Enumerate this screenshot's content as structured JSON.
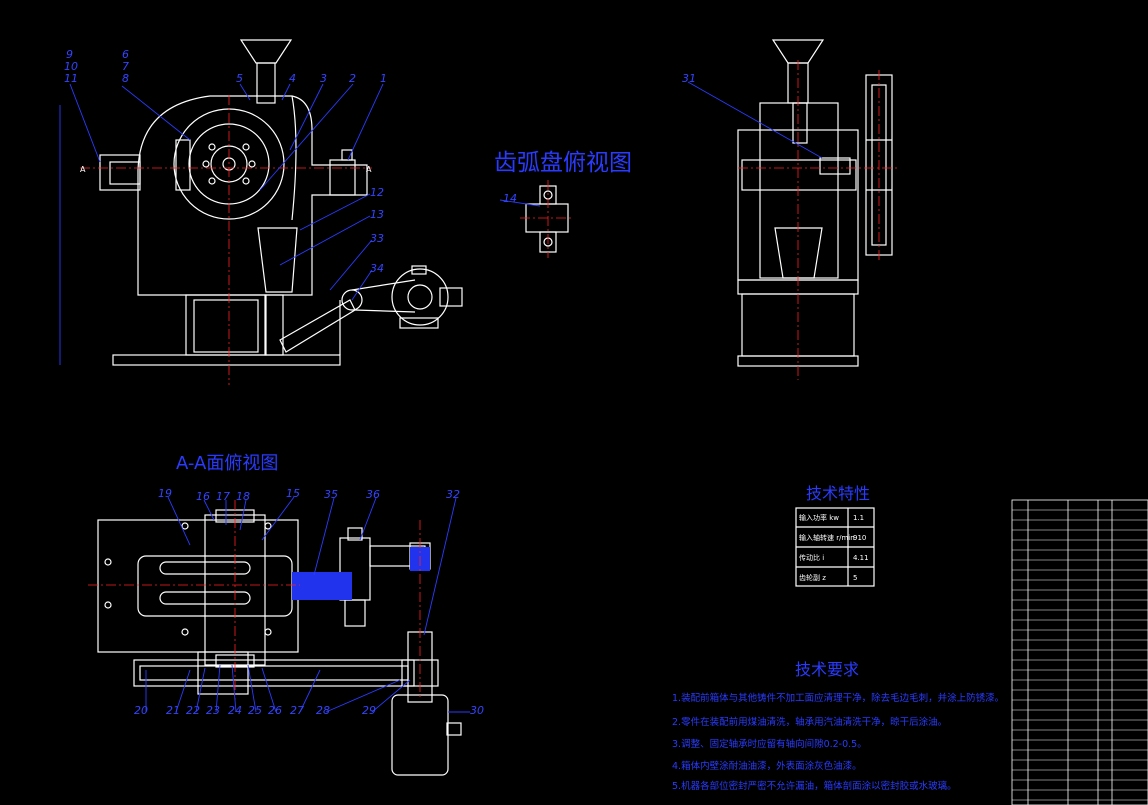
{
  "colors": {
    "bg": "#000000",
    "outline": "#ffffff",
    "leader": "#2a3bff",
    "center": "#ff2020",
    "fill": "#2233ee"
  },
  "views": {
    "arc_plate_top_view": "齿弧盘俯视图",
    "aa_section_top_view": "A-A面俯视图"
  },
  "section_marks": {
    "left": "A",
    "right": "A"
  },
  "labels_front": [
    "9",
    "10",
    "11",
    "6",
    "7",
    "8",
    "5",
    "4",
    "3",
    "2",
    "1",
    "12",
    "13",
    "33",
    "34"
  ],
  "labels_side": [
    "31"
  ],
  "labels_arc": [
    "14"
  ],
  "labels_section_top": [
    "19",
    "16",
    "17",
    "18",
    "15",
    "35",
    "36",
    "32"
  ],
  "labels_section_bottom": [
    "20",
    "21",
    "22",
    "23",
    "24",
    "25",
    "26",
    "27",
    "28",
    "29",
    "30"
  ],
  "tech_characteristics": {
    "title": "技术特性",
    "rows": [
      {
        "name": "输入功率 kw",
        "value": "1.1"
      },
      {
        "name": "输入轴转速 r/min",
        "value": "910"
      },
      {
        "name": "传动比 i",
        "value": "4.11"
      },
      {
        "name": "齿轮副 z",
        "value": "5"
      }
    ]
  },
  "tech_requirements": {
    "title": "技术要求",
    "items": [
      "1.装配前箱体与其他铸件不加工面应清理干净，除去毛边毛刺，并涂上防锈漆。",
      "2.零件在装配前用煤油清洗，轴承用汽油清洗干净，晾干后涂油。",
      "3.调整、固定轴承时应留有轴向间隙0.2-0.5。",
      "4.箱体内壁涂耐油油漆，外表面涂灰色油漆。",
      "5.机器各部位密封严密不允许漏油，箱体剖面涂以密封胶或水玻璃。"
    ]
  }
}
